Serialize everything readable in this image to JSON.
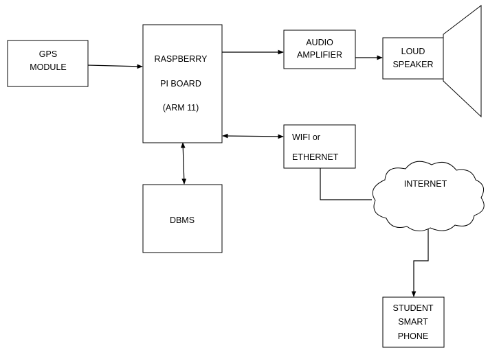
{
  "colors": {
    "stroke": "#000000",
    "background": "#ffffff"
  },
  "blocks": {
    "gps": [
      "GPS",
      "MODULE"
    ],
    "raspberry": [
      "RASPBERRY",
      "PI BOARD",
      "(ARM 11)"
    ],
    "audio_amplifier": [
      "AUDIO",
      "AMPLIFIER"
    ],
    "loud_speaker": [
      "LOUD",
      "SPEAKER"
    ],
    "wifi": [
      "WIFI or",
      "ETHERNET"
    ],
    "dbms": [
      "DBMS"
    ],
    "internet": [
      "INTERNET"
    ],
    "student_phone": [
      "STUDENT",
      "SMART",
      "PHONE"
    ]
  },
  "connections": [
    {
      "from": "gps",
      "to": "raspberry",
      "direction": "forward"
    },
    {
      "from": "raspberry",
      "to": "audio_amplifier",
      "direction": "forward"
    },
    {
      "from": "audio_amplifier",
      "to": "loud_speaker",
      "direction": "forward"
    },
    {
      "from": "raspberry",
      "to": "wifi",
      "direction": "both"
    },
    {
      "from": "raspberry",
      "to": "dbms",
      "direction": "both"
    },
    {
      "from": "wifi",
      "to": "internet",
      "direction": "none"
    },
    {
      "from": "internet",
      "to": "student_phone",
      "direction": "forward"
    }
  ]
}
